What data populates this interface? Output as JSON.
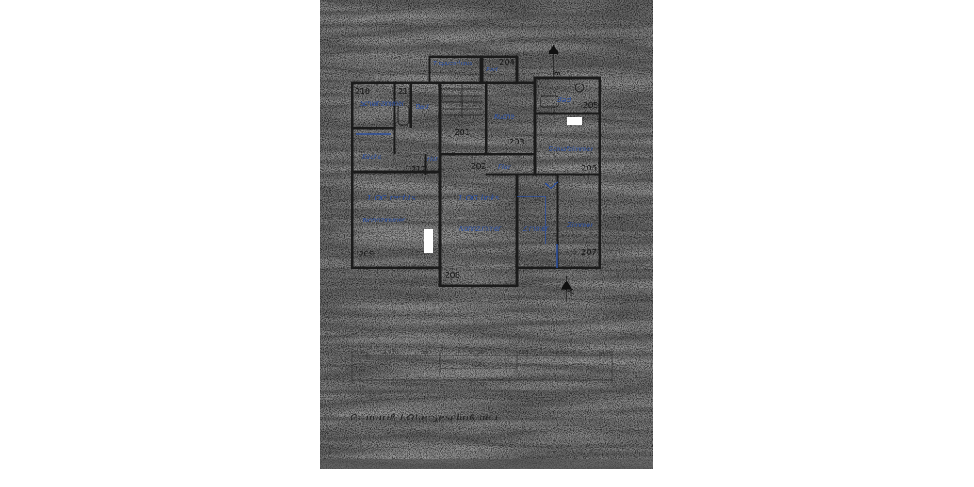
{
  "document": {
    "title": "Grundriß  I.Obergeschoß  neu",
    "section_marks": [
      "B",
      "A"
    ]
  },
  "rooms": {
    "r201": {
      "number": "201"
    },
    "r202": {
      "number": "202",
      "label": "Flur"
    },
    "r203": {
      "number": "203",
      "label": "Küche"
    },
    "r204": {
      "number": "204",
      "label": "Bad"
    },
    "r205": {
      "number": "205",
      "label": "Bad"
    },
    "r206": {
      "number": "206",
      "label": "Schlafzimmer"
    },
    "r207": {
      "number": "207",
      "label": "Zimmer"
    },
    "r208": {
      "number": "208"
    },
    "r209": {
      "number": "209",
      "unit": "1.OG rechts",
      "label": "Wohnzimmer"
    },
    "r210": {
      "number": "210",
      "label": "Schlaf-zimmer"
    },
    "r211": {
      "number": "211",
      "label": "Bad"
    },
    "r212": {
      "number": "212",
      "label": "Flur"
    },
    "kueche_left": {
      "label": "Küche"
    },
    "living_center": {
      "unit": "1.OG links",
      "label": "Wohnzimmer"
    },
    "zimmer_small": {
      "label": "Zimmer"
    },
    "treppen": {
      "label": "Treppen-haus"
    }
  },
  "dimensions": {
    "segments": [
      "160",
      "2.930",
      "160",
      "2.720",
      "120",
      "4.950",
      "160"
    ],
    "middle": "4.920",
    "total": "13.200"
  }
}
